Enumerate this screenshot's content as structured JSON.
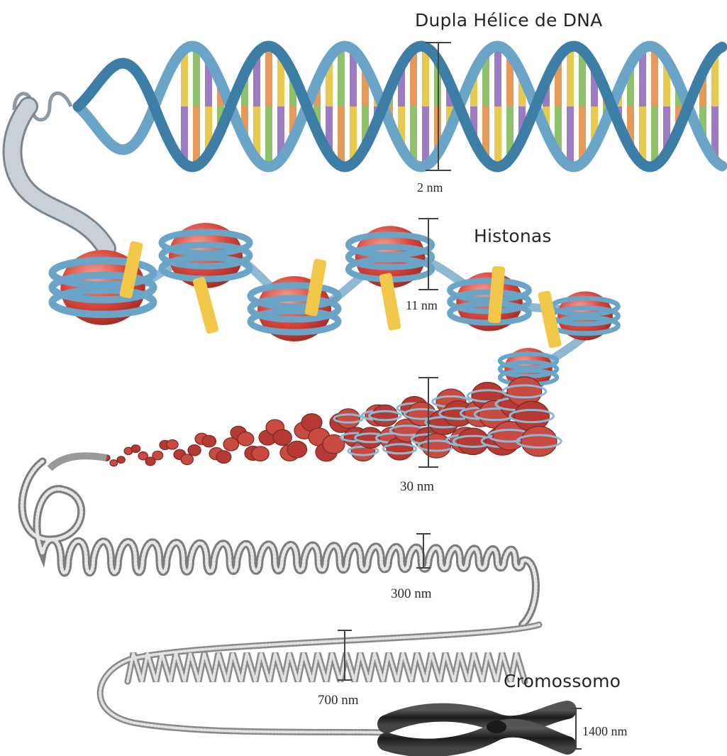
{
  "labels": {
    "dna_helix": "Dupla Hélice de DNA",
    "histones": "Histonas",
    "chromosome": "Cromossomo"
  },
  "scales": {
    "dna": "2 nm",
    "nucleosome": "11 nm",
    "fiber30": "30 nm",
    "fiber300": "300 nm",
    "fiber700": "700 nm",
    "chromosome": "1400 nm"
  },
  "colors": {
    "backbone": "#6aa4c6",
    "backbone_dark": "#3d7ea6",
    "histone": "#d9463b",
    "histone_light": "#ef8a7d",
    "linker": "#f2c84b",
    "base_pairs": [
      "#e8c94f",
      "#8fc06a",
      "#9b7bc2",
      "#e69a5a"
    ],
    "fiber": "#8c8c8c",
    "chromosome": "#2b2b2b"
  }
}
